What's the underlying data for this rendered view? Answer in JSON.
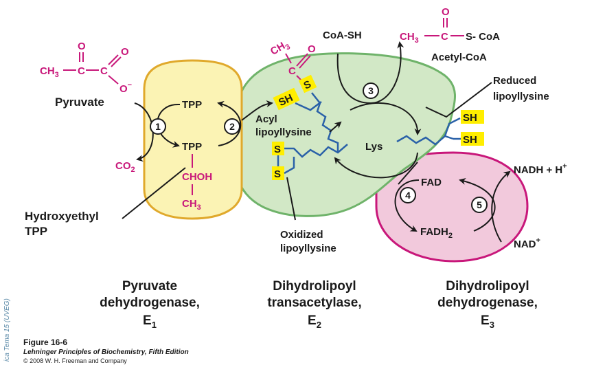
{
  "pyruvate": {
    "ch3": "CH",
    "ch3_sub": "3",
    "c1": "C",
    "c2": "C",
    "o1": "O",
    "o2": "O",
    "o_minus": "O",
    "minus": "−",
    "name": "Pyruvate"
  },
  "e1": {
    "tpp_top": "TPP",
    "tpp_bottom": "TPP",
    "chohi": "CHOH",
    "ch3": "CH",
    "ch3_sub": "3",
    "co2": "CO",
    "co2_sub": "2",
    "hydroxyethyl_1": "Hydroxyethyl",
    "hydroxyethyl_2": "TPP"
  },
  "e2": {
    "acyl_1": "Acyl",
    "acyl_2": "lipoyllysine",
    "sh": "SH",
    "s": "S",
    "s_top": "S",
    "s_bottom": "S",
    "ch3": "CH",
    "ch3_sub": "3",
    "c": "C",
    "o": "O",
    "lys": "Lys",
    "oxidized_1": "Oxidized",
    "oxidized_2": "lipoyllysine",
    "coash": "CoA-SH",
    "acetyl_formula_ch": "CH",
    "acetyl_formula_sub": "3",
    "acetyl_formula_c": "C",
    "acetyl_formula_o": "O",
    "acetyl_formula_s": "S- CoA",
    "acetyl_name": "Acetyl-CoA",
    "reduced_1": "Reduced",
    "reduced_2": "lipoyllysine",
    "sh1": "SH",
    "sh2": "SH"
  },
  "e3": {
    "fad": "FAD",
    "fadh2": "FADH",
    "fadh2_sub": "2",
    "nadh": "NADH + H",
    "nadh_sup": "+",
    "nad": "NAD",
    "nad_sup": "+"
  },
  "steps": [
    "1",
    "2",
    "3",
    "4",
    "5"
  ],
  "enzymes": {
    "e1_l1": "Pyruvate",
    "e1_l2": "dehydrogenase,",
    "e1_l3": "E",
    "e1_sub": "1",
    "e2_l1": "Dihydrolipoyl",
    "e2_l2": "transacetylase,",
    "e2_l3": "E",
    "e2_sub": "2",
    "e3_l1": "Dihydrolipoyl",
    "e3_l2": "dehydrogenase,",
    "e3_l3": "E",
    "e3_sub": "3"
  },
  "caption": {
    "figure": "Figure 16-6",
    "book": "Lehninger Principles of Biochemistry, Fifth Edition",
    "copyright": "© 2008 W. H. Freeman and Company",
    "side": "ica Tema 15 (UVEG)"
  },
  "colors": {
    "magenta": "#c8177a",
    "e1_fill": "#fbf3b4",
    "e1_stroke": "#e0a92c",
    "e2_fill": "#d2e8c6",
    "e2_stroke": "#6fb36a",
    "e3_fill": "#f2c9dc",
    "e3_stroke": "#c8177a",
    "chain": "#2a61a8",
    "yellow": "#ffee00"
  }
}
